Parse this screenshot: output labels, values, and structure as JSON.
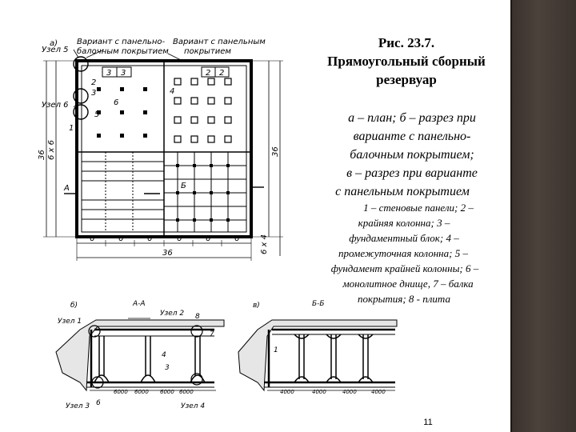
{
  "title": {
    "line1": "Рис. 23.7.",
    "line2": "Прямоугольный сборный",
    "line3": "резервуар"
  },
  "caption": {
    "line1": "а – план; б – разрез при",
    "line2": "варианте с панельно-",
    "line3": "балочным покрытием;",
    "line4": "в – разрез при варианте",
    "line5": "с панельным покрытием"
  },
  "legend": {
    "line1": "1 – стеновые панели; 2 –",
    "line2": "крайняя колонна; 3 –",
    "line3": "фундаментный блок; 4 –",
    "line4": "промежуточная колонна; 5 –",
    "line5": "фундамент крайней колонны; 6 –",
    "line6": "монолитное днище, 7 – балка",
    "line7": "покрытия; 8 - плита"
  },
  "page_number": "11",
  "drawing": {
    "plan_label": "а)",
    "variant_left_1": "Вариант с панельно-",
    "variant_left_2": "балочным покрытием",
    "variant_right_1": "Вариант с панельным",
    "variant_right_2": "покрытием",
    "uzel5": "Узел 5",
    "uzel6": "Узел 6",
    "dim_36_bottom": "36",
    "dim_36_left": "36",
    "dim_36_right": "36",
    "dim_6x6": "6 x 6",
    "dim_6x4": "6 x 4",
    "bottom_dims": [
      "6",
      "6",
      "6",
      "6",
      "6",
      "6"
    ],
    "top_3a": "3",
    "top_3b": "3",
    "top_2a": "2",
    "top_2b": "2",
    "mark_A": "А",
    "mark_B": "Б",
    "num_1": "1",
    "num_2": "2",
    "num_3": "3",
    "num_4": "4",
    "num_5": "5",
    "num_6": "6",
    "section_b_label": "б)",
    "section_b_title": "А-А",
    "uzel1": "Узел 1",
    "uzel2": "Узел 2",
    "uzel3": "Узел 3",
    "uzel4": "Узел 4",
    "sec_b_dims": [
      "6000",
      "6000",
      "6000",
      "6000"
    ],
    "section_v_label": "в)",
    "section_v_title": "Б-Б",
    "sec_v_dims": [
      "4000",
      "4000",
      "4000",
      "4000"
    ]
  }
}
